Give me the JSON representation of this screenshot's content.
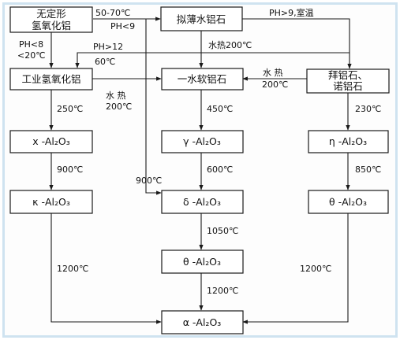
{
  "nodes": {
    "amorphous": [
      "无定形",
      "氢氧化铝"
    ],
    "nordstrandite_thin": [
      "拟薄水铝石"
    ],
    "industrial": [
      "工业氢氧化铝"
    ],
    "boehmite": [
      "一水软铝石"
    ],
    "bayerite": [
      "拜铝石、",
      "诺铝石"
    ],
    "chi": [
      "x -Al₂O₃"
    ],
    "gamma": [
      "γ -Al₂O₃"
    ],
    "eta": [
      "η -Al₂O₃"
    ],
    "kappa": [
      "κ -Al₂O₃"
    ],
    "delta": [
      "δ -Al₂O₃"
    ],
    "theta_right": [
      "θ -Al₂O₃"
    ],
    "theta_mid": [
      "θ -Al₂O₃"
    ],
    "alpha": [
      "α -Al₂O₃"
    ]
  },
  "labels": {
    "amor_to_thin_top": "50-70℃",
    "amor_to_thin_bot": "PH<9",
    "thin_to_bayerite": "PH>9,室温",
    "ph_gt_12": "PH>12",
    "c60": "60℃",
    "amor_ph_lt_8": "PH<8",
    "amor_lt_20": "<20℃",
    "thin_hydro": "水热200℃",
    "bay_hydro_1": "水 热",
    "bay_hydro_2": "200℃",
    "ind_hydro_1": "水   热",
    "ind_hydro_2": "200℃",
    "ind_250": "250℃",
    "boe_450": "450℃",
    "bay_230": "230℃",
    "chi_900": "900℃",
    "gam_600": "600℃",
    "eta_850": "850℃",
    "thin_900": "900℃",
    "del_1050": "1050℃",
    "kap_1200": "1200℃",
    "tmid_1200": "1200℃",
    "tright_1200": "1200℃"
  }
}
